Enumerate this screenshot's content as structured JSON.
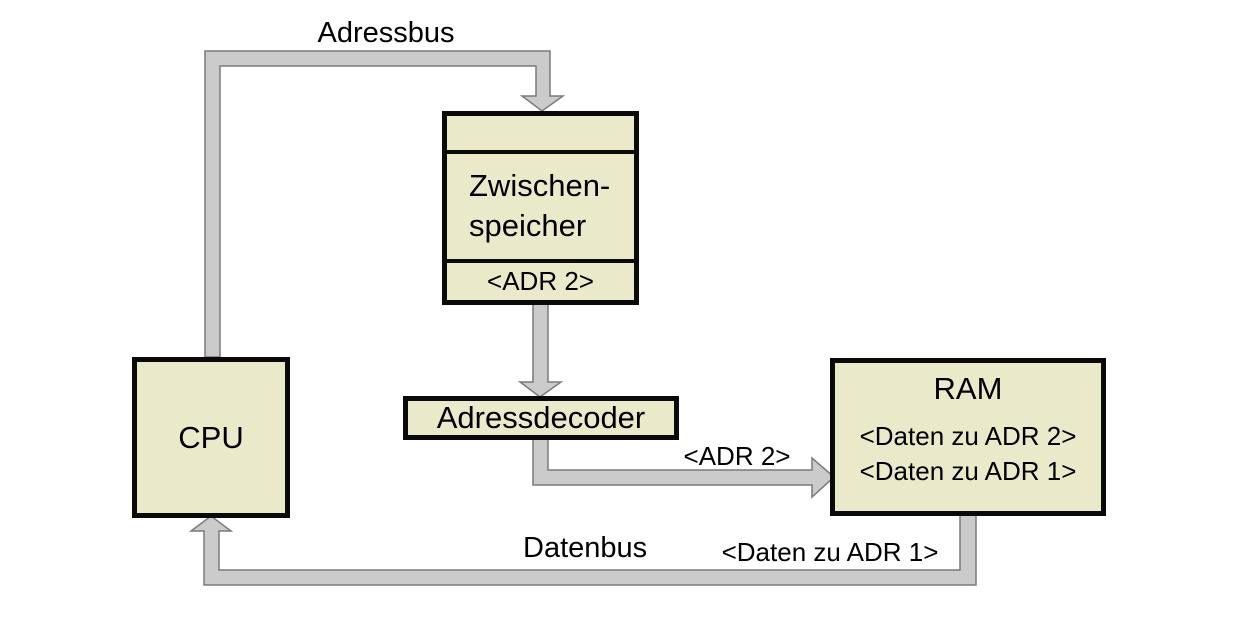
{
  "diagram": {
    "title": "CPU / RAM address decoding diagram",
    "colors": {
      "background": "#ffffff",
      "box_fill": "#eaeacb",
      "box_border": "#0a0a0a",
      "bus_fill": "#cbcbcb",
      "bus_outline": "#7a7a7a",
      "text": "#000000"
    }
  },
  "buses": {
    "adressbus_label": "Adressbus",
    "datenbus_label": "Datenbus",
    "adr2_on_bus_label": "<ADR 2>",
    "daten_zu_adr1_on_bus_label": "<Daten zu ADR 1>"
  },
  "boxes": {
    "cpu": {
      "label": "CPU"
    },
    "zwischenspeicher": {
      "name_line1": "Zwischen-",
      "name_line2": "speicher",
      "register_value": "<ADR 2>"
    },
    "adressdecoder": {
      "label": "Adressdecoder"
    },
    "ram": {
      "label": "RAM",
      "row1": "<Daten zu ADR 2>",
      "row2": "<Daten zu ADR 1>"
    }
  }
}
